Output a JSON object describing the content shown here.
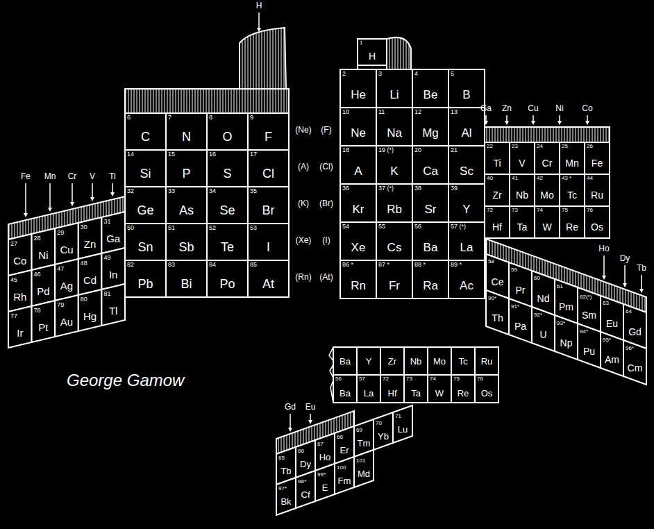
{
  "diagram": {
    "labels": [
      "H",
      "Fe",
      "Mn",
      "Cr",
      "V",
      "Ti",
      "6",
      "C",
      "7",
      "N",
      "8",
      "O",
      "9",
      "F",
      "14",
      "Si",
      "15",
      "P",
      "16",
      "S",
      "17",
      "Cl",
      "32",
      "Ge",
      "33",
      "As",
      "34",
      "Se",
      "35",
      "Br",
      "50",
      "Sn",
      "51",
      "Sb",
      "52",
      "Te",
      "53",
      "I",
      "82",
      "Pb",
      "83",
      "Bi",
      "84",
      "Po",
      "85",
      "At",
      "27",
      "Co",
      "28",
      "Ni",
      "29",
      "Cu",
      "30",
      "Zn",
      "31",
      "Ga",
      "45",
      "Rh",
      "46",
      "Pd",
      "47",
      "Ag",
      "48",
      "Cd",
      "49",
      "In",
      "77",
      "Ir",
      "78",
      "Pt",
      "79",
      "Au",
      "80",
      "Hg",
      "81",
      "Tl",
      "(Ne)",
      "(F)",
      "(A)",
      "(Cl)",
      "(K)",
      "(Br)",
      "(Xe)",
      "(I)",
      "(Rn)",
      "(At)",
      "1",
      "H",
      "2",
      "He",
      "3",
      "Li",
      "4",
      "Be",
      "5",
      "B",
      "10",
      "Ne",
      "11",
      "Na",
      "12",
      "Mg",
      "13",
      "Al",
      "18",
      "A",
      "19 (*)",
      "K",
      "20",
      "Ca",
      "21",
      "Sc",
      "36",
      "Kr",
      "37 (*)",
      "Rb",
      "38",
      "Sr",
      "39",
      "Y",
      "54",
      "Xe",
      "55",
      "Cs",
      "56",
      "Ba",
      "57 (*)",
      "La",
      "86 *",
      "Rn",
      "87 *",
      "Fr",
      "88 *",
      "Ra",
      "89 *",
      "Ac",
      "Ga",
      "Zn",
      "Cu",
      "Ni",
      "Co",
      "22",
      "Ti",
      "23",
      "V",
      "24",
      "Cr",
      "25",
      "Mn",
      "26",
      "Fe",
      "40",
      "Zr",
      "41",
      "Nb",
      "42",
      "Mo",
      "43 *",
      "Tc",
      "44",
      "Ru",
      "72",
      "Hf",
      "73",
      "Ta",
      "74",
      "W",
      "75",
      "Re",
      "76",
      "Os",
      "Ho",
      "Dy",
      "Tb",
      "58",
      "Ce",
      "59",
      "Pr",
      "60",
      "Nd",
      "61",
      "Pm",
      "62(*)",
      "Sm",
      "63",
      "Eu",
      "64",
      "Gd",
      "90*",
      "Th",
      "91*",
      "Pa",
      "92*",
      "U",
      "93*",
      "Np",
      "94*",
      "Pu",
      "95*",
      "Am",
      "96*",
      "Cm",
      "Ba",
      "Y",
      "Zr",
      "Nb",
      "Mo",
      "Tc",
      "Ru",
      "56",
      "Ba",
      "57",
      "La",
      "72",
      "Hf",
      "73",
      "Ta",
      "74",
      "W",
      "75",
      "Re",
      "76",
      "Os",
      "Gd",
      "Eu",
      "65",
      "Tb",
      "66",
      "Dy",
      "67",
      "Ho",
      "68",
      "Er",
      "69",
      "Tm",
      "70",
      "Yb",
      "71",
      "Lu",
      "97*",
      "Bk",
      "98*",
      "Cf",
      "99*",
      "E",
      "100",
      "Fm",
      "101",
      "Md",
      "George Gamow"
    ]
  }
}
